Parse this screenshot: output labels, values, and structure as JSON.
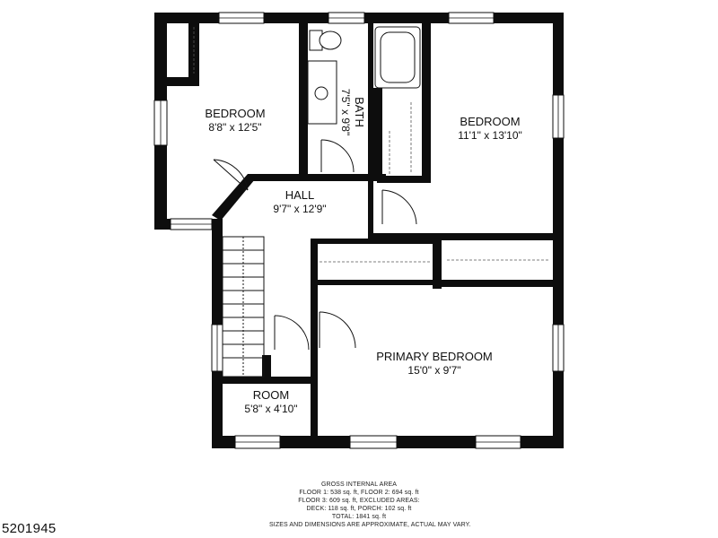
{
  "rooms": {
    "bedroom_left": {
      "name": "BEDROOM",
      "dimensions": "8'8\" x 12'5\""
    },
    "bath": {
      "name": "BATH",
      "dimensions": "7'5\" x 9'8\""
    },
    "bedroom_right": {
      "name": "BEDROOM",
      "dimensions": "11'1\" x 13'10\""
    },
    "hall": {
      "name": "HALL",
      "dimensions": "9'7\" x 12'9\""
    },
    "primary": {
      "name": "PRIMARY BEDROOM",
      "dimensions": "15'0\" x 9'7\""
    },
    "room": {
      "name": "ROOM",
      "dimensions": "5'8\" x 4'10\""
    }
  },
  "footnotes": {
    "l1": "GROSS INTERNAL AREA",
    "l2": "FLOOR 1: 538 sq. ft, FLOOR 2: 694 sq. ft",
    "l3": "FLOOR 3: 609 sq. ft, EXCLUDED AREAS:",
    "l4": "DECK: 118 sq. ft, PORCH: 102 sq. ft",
    "l5": "TOTAL: 1841 sq. ft",
    "l6": "SIZES AND DIMENSIONS ARE APPROXIMATE, ACTUAL MAY VARY."
  },
  "listing_id": "5201945"
}
